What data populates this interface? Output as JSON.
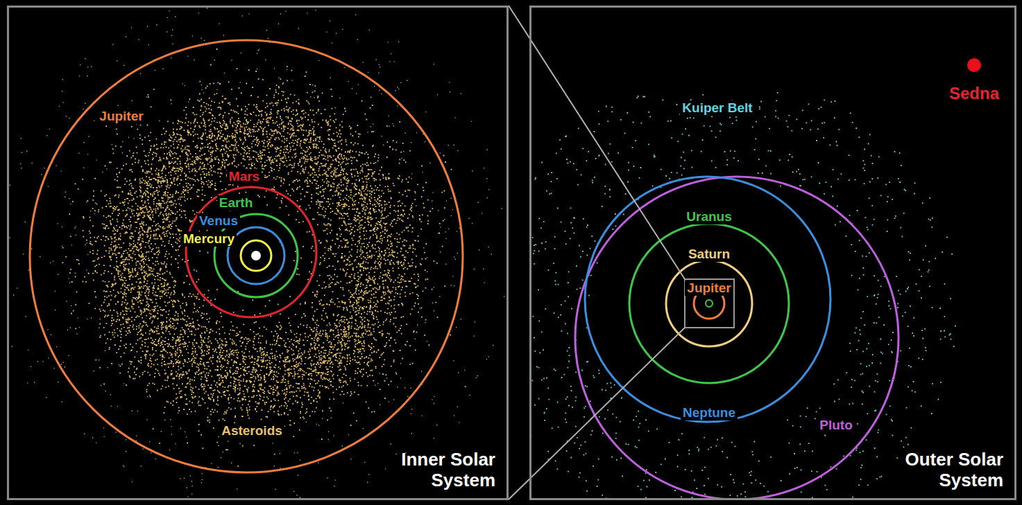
{
  "diagram": {
    "nodes": [
      {
        "text": [
          "Inner Solar System"
        ]
      },
      {
        "text": [
          "Outer Solar System"
        ]
      }
    ],
    "labels": [
      "Jupiter",
      "Mars",
      "Earth",
      "Venus",
      "Mercury",
      "Asteroids",
      "Kuiper Belt",
      "Sedna",
      "Uranus",
      "Saturn",
      "Jupiter",
      "Neptune",
      "Pluto"
    ]
  }
}
